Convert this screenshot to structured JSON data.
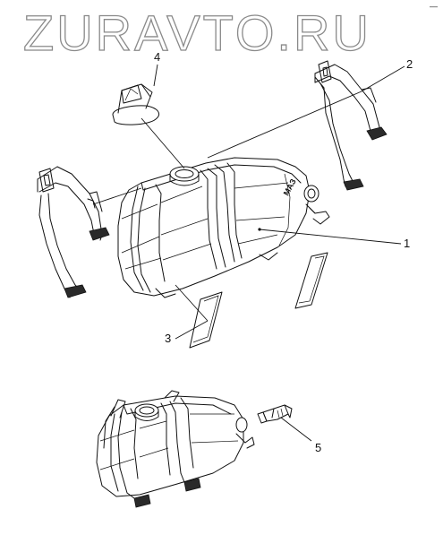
{
  "watermark": "ZURAVTO.RU",
  "corner_mark": "—",
  "callouts": [
    {
      "id": "1",
      "label": "1"
    },
    {
      "id": "2",
      "label": "2"
    },
    {
      "id": "3",
      "label": "3"
    },
    {
      "id": "4",
      "label": "4"
    },
    {
      "id": "5",
      "label": "5"
    }
  ],
  "parts": {
    "tank_label": "МАЗ",
    "main_tank": "expansion-tank",
    "cap": "filler-cap",
    "right_strap": "mounting-strap-right",
    "left_strap": "mounting-strap-left",
    "pad_front": "rubber-pad",
    "pad_rear": "rubber-pad",
    "sensor": "level-sensor",
    "small_tank": "tank-assembly-variant"
  }
}
